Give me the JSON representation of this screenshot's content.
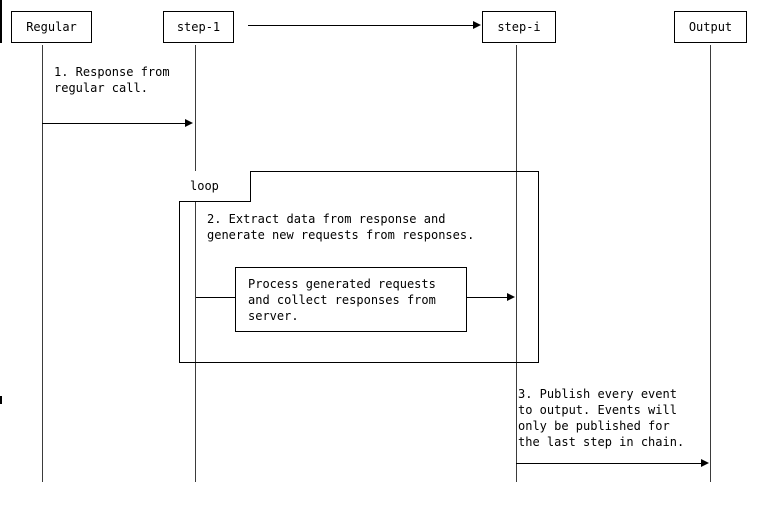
{
  "diagram": {
    "type": "uml-sequence-diagram",
    "title": "",
    "background_color": "#ffffff",
    "line_color": "#000000",
    "lifeline_color": "#3b3b3b"
  },
  "participants": [
    {
      "id": "regular",
      "label": "Regular"
    },
    {
      "id": "step-1",
      "label": "step-1"
    },
    {
      "id": "step-i",
      "label": "step-i"
    },
    {
      "id": "output",
      "label": "Output"
    }
  ],
  "messages": [
    {
      "id": "chain-link",
      "from": "step-1",
      "to": "step-i",
      "label": ""
    },
    {
      "id": "response-from-regular",
      "from": "regular",
      "to": "step-1",
      "label": "1. Response from\nregular call."
    },
    {
      "id": "extract-data",
      "from": "step-1",
      "to": "step-1",
      "label": "2. Extract data from response and\ngenerate new requests from responses."
    },
    {
      "id": "process-requests",
      "from": "step-1",
      "to": "step-i",
      "label": "Process generated requests\nand collect responses from\nserver."
    },
    {
      "id": "publish-events",
      "from": "step-i",
      "to": "output",
      "label": "3. Publish every event\nto output. Events will\nonly be published for\nthe last step in chain."
    }
  ],
  "fragments": [
    {
      "id": "loop-fragment",
      "operator": "loop",
      "label": "loop"
    }
  ]
}
